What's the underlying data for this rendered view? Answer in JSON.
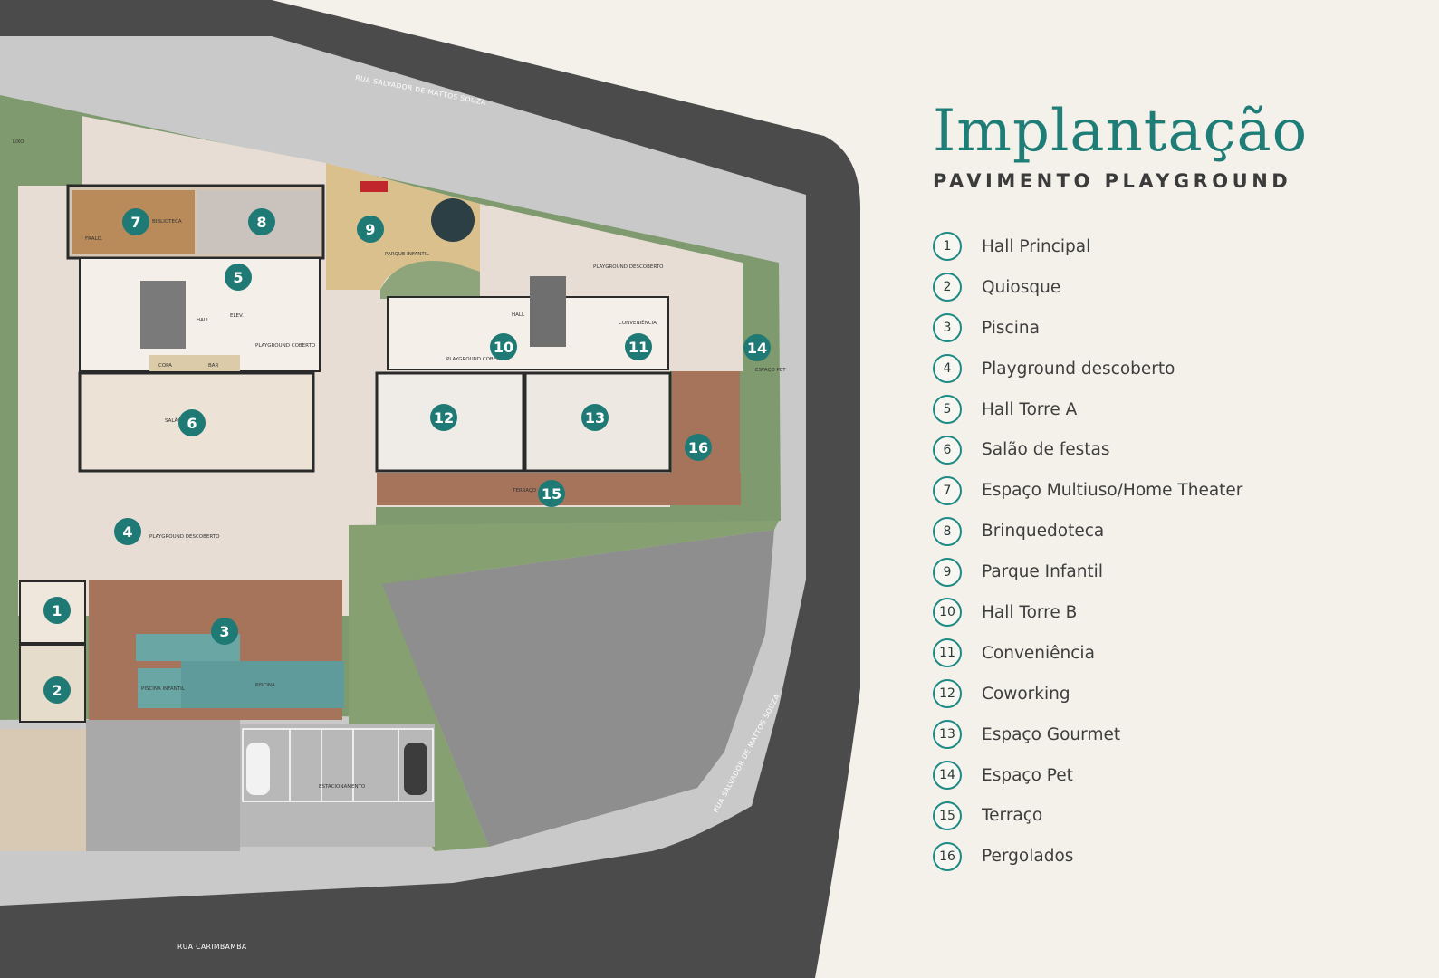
{
  "header": {
    "title": "Implantação",
    "subtitle": "PAVIMENTO PLAYGROUND"
  },
  "legend": [
    {
      "num": "1",
      "label": "Hall Principal"
    },
    {
      "num": "2",
      "label": "Quiosque"
    },
    {
      "num": "3",
      "label": "Piscina"
    },
    {
      "num": "4",
      "label": "Playground descoberto"
    },
    {
      "num": "5",
      "label": "Hall Torre A"
    },
    {
      "num": "6",
      "label": "Salão de festas"
    },
    {
      "num": "7",
      "label": "Espaço Multiuso/Home Theater"
    },
    {
      "num": "8",
      "label": "Brinquedoteca"
    },
    {
      "num": "9",
      "label": "Parque Infantil"
    },
    {
      "num": "10",
      "label": "Hall Torre B"
    },
    {
      "num": "11",
      "label": "Conveniência"
    },
    {
      "num": "12",
      "label": "Coworking"
    },
    {
      "num": "13",
      "label": "Espaço Gourmet"
    },
    {
      "num": "14",
      "label": "Espaço Pet"
    },
    {
      "num": "15",
      "label": "Terraço"
    },
    {
      "num": "16",
      "label": "Pergolados"
    }
  ],
  "streets": {
    "north": "RUA SALVADOR DE MATTOS SOUZA",
    "east": "RUA SALVADOR DE MATTOS SOUZA",
    "south": "RUA CARIMBAMBA"
  },
  "plan_labels": {
    "biblioteca": "BIBLIOTECA",
    "parque": "PARQUE INFANTIL",
    "playground_desc_n": "PLAYGROUND DESCOBERTO",
    "playground_desc_s": "PLAYGROUND DESCOBERTO",
    "hall_a": "HALL",
    "hall_b": "HALL",
    "coberto_a": "PLAYGROUND COBERTO",
    "coberto_b": "PLAYGROUND COBERTO",
    "conveniencia": "CONVENIÊNCIA",
    "copa": "COPA",
    "bar": "BAR",
    "salao": "SALÃO",
    "terraco": "TERRAÇO",
    "espaco_pet": "ESPAÇO PET",
    "piscina": "PISCINA",
    "piscina_infantil": "PISCINA INFANTIL",
    "estacionamento": "ESTACIONAMENTO",
    "elev": "ELEV.",
    "fralda": "FRALD.",
    "lixo": "LIXO"
  },
  "map_markers": [
    "1",
    "2",
    "3",
    "4",
    "5",
    "6",
    "7",
    "8",
    "9",
    "10",
    "11",
    "12",
    "13",
    "14",
    "15",
    "16"
  ],
  "colors": {
    "accent": "#1f7d78",
    "marker": "#1f7a76",
    "road": "#4b4b4b",
    "sidewalk": "#c9c9c9",
    "paving": "#e7ddd4",
    "deck": "#a6745a",
    "grass": "#7f9a6e",
    "pool": "#5f9b9a",
    "background": "#f3f1ea"
  }
}
